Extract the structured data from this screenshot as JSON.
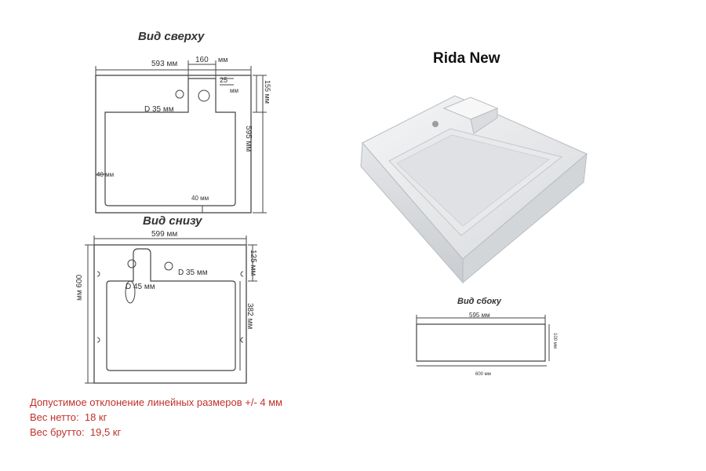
{
  "product": {
    "name": "Rida New"
  },
  "top_view": {
    "title": "Вид сверху",
    "width": "593 мм",
    "tap_width": "160",
    "tap_unit": "мм",
    "tap_offset": "25",
    "tap_offset_unit": "мм",
    "tap_depth": "155 мм",
    "depth": "595 мм",
    "hole": "D  35 мм",
    "side_margin": "40 мм",
    "bottom_margin": "40 мм"
  },
  "bottom_view": {
    "title": "Вид снизу",
    "width": "599 мм",
    "height": "мм 600",
    "top_offset": "125 мм",
    "inner_depth": "382 мм",
    "drain_hole": "D 45 мм",
    "tap_hole": "D  35 мм"
  },
  "side_view": {
    "title": "Вид сбоку",
    "top_width": "595 мм",
    "bottom_width": "600 мм",
    "height": "100 мм"
  },
  "specs": {
    "tolerance": "Допустимое отклонение линейных размеров +/- 4 мм",
    "net_label": "Вес нетто:",
    "net_value": "18 кг",
    "gross_label": "Вес брутто:",
    "gross_value": "19,5 кг"
  },
  "colors": {
    "line": "#444444",
    "accent_text": "#c0302a",
    "basin": "#ecedee"
  }
}
